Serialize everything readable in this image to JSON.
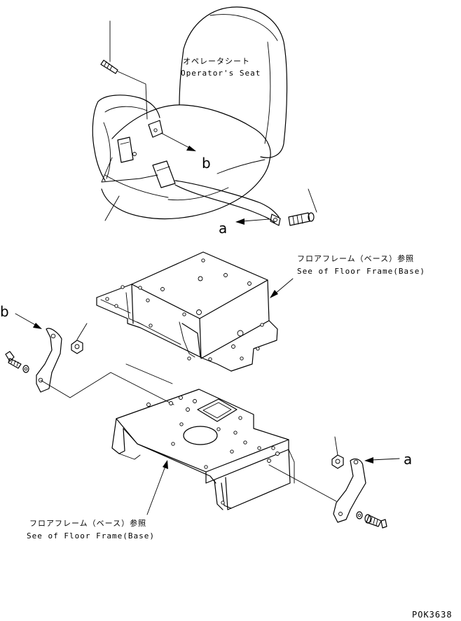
{
  "labels": {
    "seat_jp": "オペレータシート",
    "seat_en": "Operator's Seat",
    "frame_top_jp": "フロアフレーム（ベース）参照",
    "frame_top_en": "See of Floor Frame(Base)",
    "frame_bottom_jp": "フロアフレーム（ベース）参照",
    "frame_bottom_en": "See of Floor Frame(Base)",
    "callout_b_upper": "b",
    "callout_a_upper": "a",
    "callout_b_lower": "b",
    "callout_a_lower": "a",
    "drawing_code": "POK3638"
  }
}
